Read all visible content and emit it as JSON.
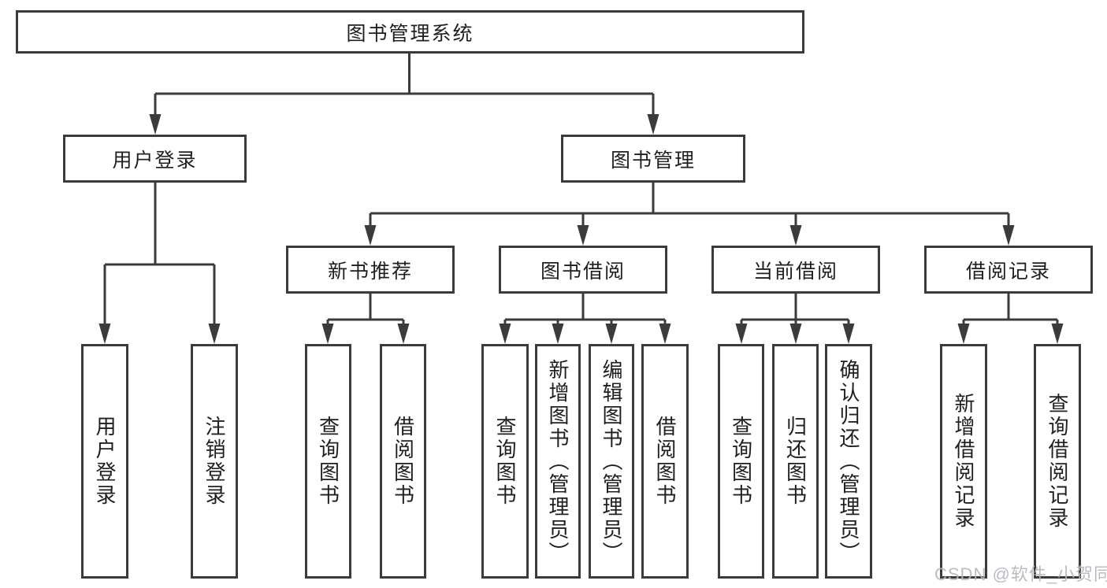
{
  "nodes": {
    "root": "图书管理系统",
    "user_login": "用户登录",
    "book_mgmt": "图书管理",
    "new_book_rec": "新书推荐",
    "book_borrow": "图书借阅",
    "current_borrow": "当前借阅",
    "borrow_records": "借阅记录"
  },
  "leaves": {
    "user_login": [
      "用户登录",
      "注销登录"
    ],
    "new_book_rec": [
      "查询图书",
      "借阅图书"
    ],
    "book_borrow": [
      "查询图书",
      "新增图书（管理员）",
      "编辑图书（管理员）",
      "借阅图书"
    ],
    "current_borrow": [
      "查询图书",
      "归还图书",
      "确认归还（管理员）"
    ],
    "borrow_records": [
      "新增借阅记录",
      "查询借阅记录"
    ]
  },
  "watermark": "CSDN @软件_小贺同学",
  "colors": {
    "line": "#3b3b3b",
    "text": "#1f1f1f",
    "watermark": "#b4b8bd",
    "background": "#ffffff"
  }
}
